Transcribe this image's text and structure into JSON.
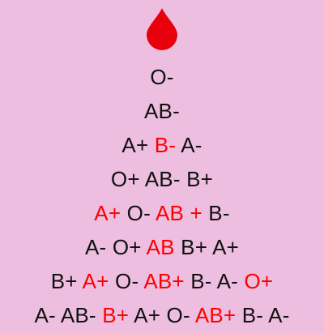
{
  "colors": {
    "background": "#EDBEDF",
    "text": "#111111",
    "highlight": "#FF0000",
    "drop": "#E8000D"
  },
  "icon": "blood-drop-icon",
  "rows": [
    [
      {
        "t": "O-",
        "red": false
      }
    ],
    [
      {
        "t": "AB-",
        "red": false
      }
    ],
    [
      {
        "t": "A+",
        "red": false
      },
      {
        "t": "B-",
        "red": true
      },
      {
        "t": "A-",
        "red": false
      }
    ],
    [
      {
        "t": "O+",
        "red": false
      },
      {
        "t": "AB-",
        "red": false
      },
      {
        "t": "B+",
        "red": false
      }
    ],
    [
      {
        "t": "A+",
        "red": true
      },
      {
        "t": "O-",
        "red": false
      },
      {
        "t": "AB +",
        "red": true
      },
      {
        "t": "B-",
        "red": false
      }
    ],
    [
      {
        "t": "A-",
        "red": false
      },
      {
        "t": "O+",
        "red": false
      },
      {
        "t": "AB",
        "red": true
      },
      {
        "t": "B+",
        "red": false
      },
      {
        "t": "A+",
        "red": false
      }
    ],
    [
      {
        "t": "B+",
        "red": false
      },
      {
        "t": "A+",
        "red": true
      },
      {
        "t": "O-",
        "red": false
      },
      {
        "t": "AB+",
        "red": true
      },
      {
        "t": "B-",
        "red": false
      },
      {
        "t": "A-",
        "red": false
      },
      {
        "t": "O+",
        "red": true
      }
    ],
    [
      {
        "t": "A-",
        "red": false
      },
      {
        "t": "AB-",
        "red": false
      },
      {
        "t": "B+",
        "red": true
      },
      {
        "t": "A+",
        "red": false
      },
      {
        "t": "O-",
        "red": false
      },
      {
        "t": "AB+",
        "red": true
      },
      {
        "t": "B-",
        "red": false
      },
      {
        "t": "A-",
        "red": false
      }
    ]
  ]
}
